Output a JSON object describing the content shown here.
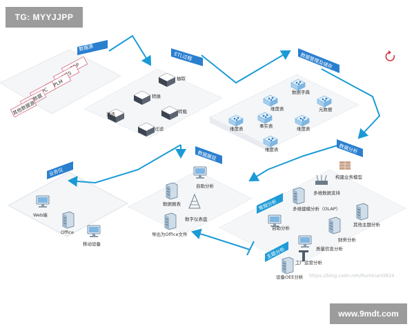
{
  "watermark_top": "TG: MYYJJPP",
  "watermark_bottom": "www.9mdt.com",
  "url_watermark": "https://blog.csdn.net/Ruminan0824",
  "colors": {
    "accent": "#1a9ad6",
    "tag_bg": "#2a7fcf",
    "panel": "#f4f6f8",
    "source_border": "#d4687a"
  },
  "sections": {
    "source": {
      "tag": "数据源",
      "items": [
        "ERP",
        "MES",
        "PLM",
        "OPC",
        "外部数据",
        "其他数据源"
      ]
    },
    "etl": {
      "tag": "ETL过程",
      "items": [
        "抽取",
        "转换",
        "清洗",
        "转载",
        "过滤"
      ]
    },
    "mgmt": {
      "tag": "数据管理及储存",
      "items": [
        "数据字典",
        "维度表",
        "元数据",
        "维度表",
        "事实表",
        "维度表",
        "维度表"
      ]
    },
    "analysis": {
      "tag": "数据分析",
      "sub_general": "常规分析",
      "sub_topic": "主题分析",
      "items": {
        "build_model": "构建业务模型",
        "multi_dim_support": "多维数据支持",
        "olap": "多维建模分析（OLAP）",
        "self_service": "自助分析",
        "other_topic": "其他主题分析",
        "finance": "财务分析",
        "quality": "质量信息分析",
        "process": "工厂运营分析",
        "oee": "设备OEE分析"
      }
    },
    "display": {
      "tag": "数据展现",
      "items": {
        "self_service": "自助分析",
        "report": "数据报表",
        "dashboard": "数字仪表盘",
        "office": "导出为Office文件"
      }
    },
    "business": {
      "tag": "业务仪",
      "items": {
        "web": "Web端",
        "office": "Office",
        "mobile": "移动设备"
      }
    }
  }
}
